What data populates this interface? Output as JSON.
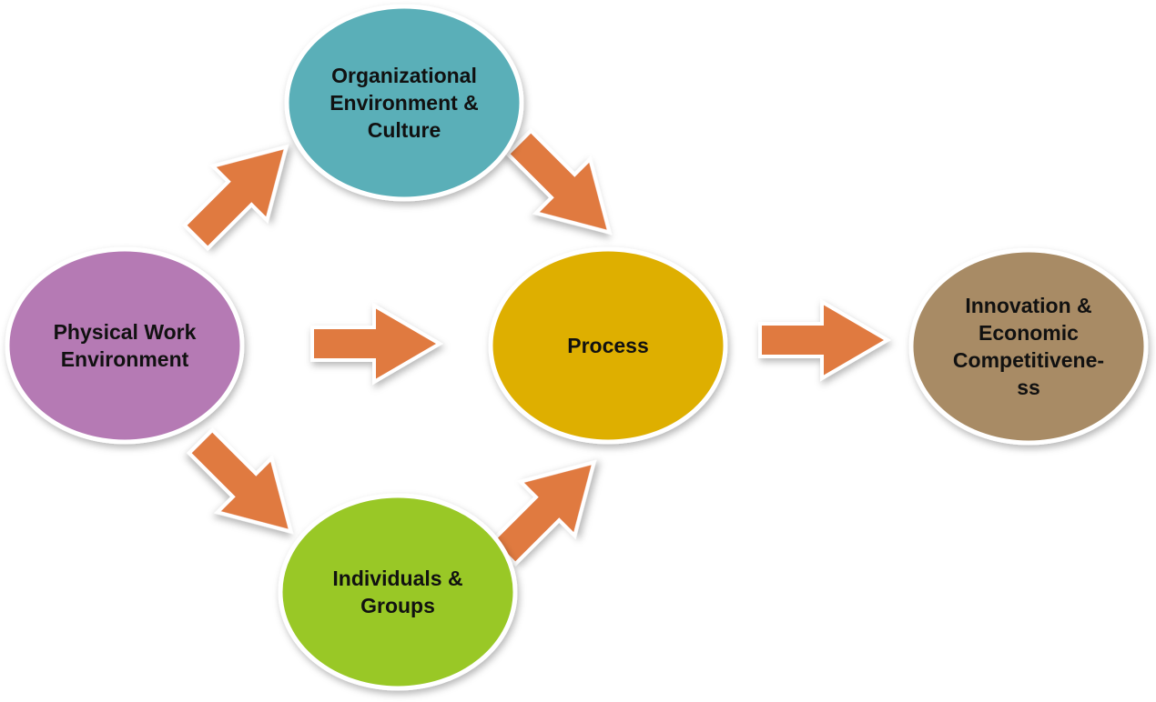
{
  "diagram": {
    "nodes": {
      "physical": {
        "lines": [
          "Physical Work",
          "Environment"
        ],
        "color": "#b57ab4"
      },
      "organizational": {
        "lines": [
          "Organizational",
          "Environment &",
          "Culture"
        ],
        "color": "#5aafb8"
      },
      "individuals": {
        "lines": [
          "Individuals &",
          "Groups"
        ],
        "color": "#99c826"
      },
      "process": {
        "lines": [
          "Process"
        ],
        "color": "#deaf06"
      },
      "innovation": {
        "lines": [
          "Innovation &",
          "Economic",
          "Competitivene-",
          "ss"
        ],
        "color": "#a88b65"
      }
    },
    "arrows": [
      {
        "from": "Physical Work Environment",
        "to": "Organizational Environment & Culture"
      },
      {
        "from": "Physical Work Environment",
        "to": "Process"
      },
      {
        "from": "Physical Work Environment",
        "to": "Individuals & Groups"
      },
      {
        "from": "Organizational Environment & Culture",
        "to": "Process"
      },
      {
        "from": "Individuals & Groups",
        "to": "Process"
      },
      {
        "from": "Process",
        "to": "Innovation & Economic Competitiveness"
      }
    ],
    "arrow_color": "#e07a41"
  }
}
